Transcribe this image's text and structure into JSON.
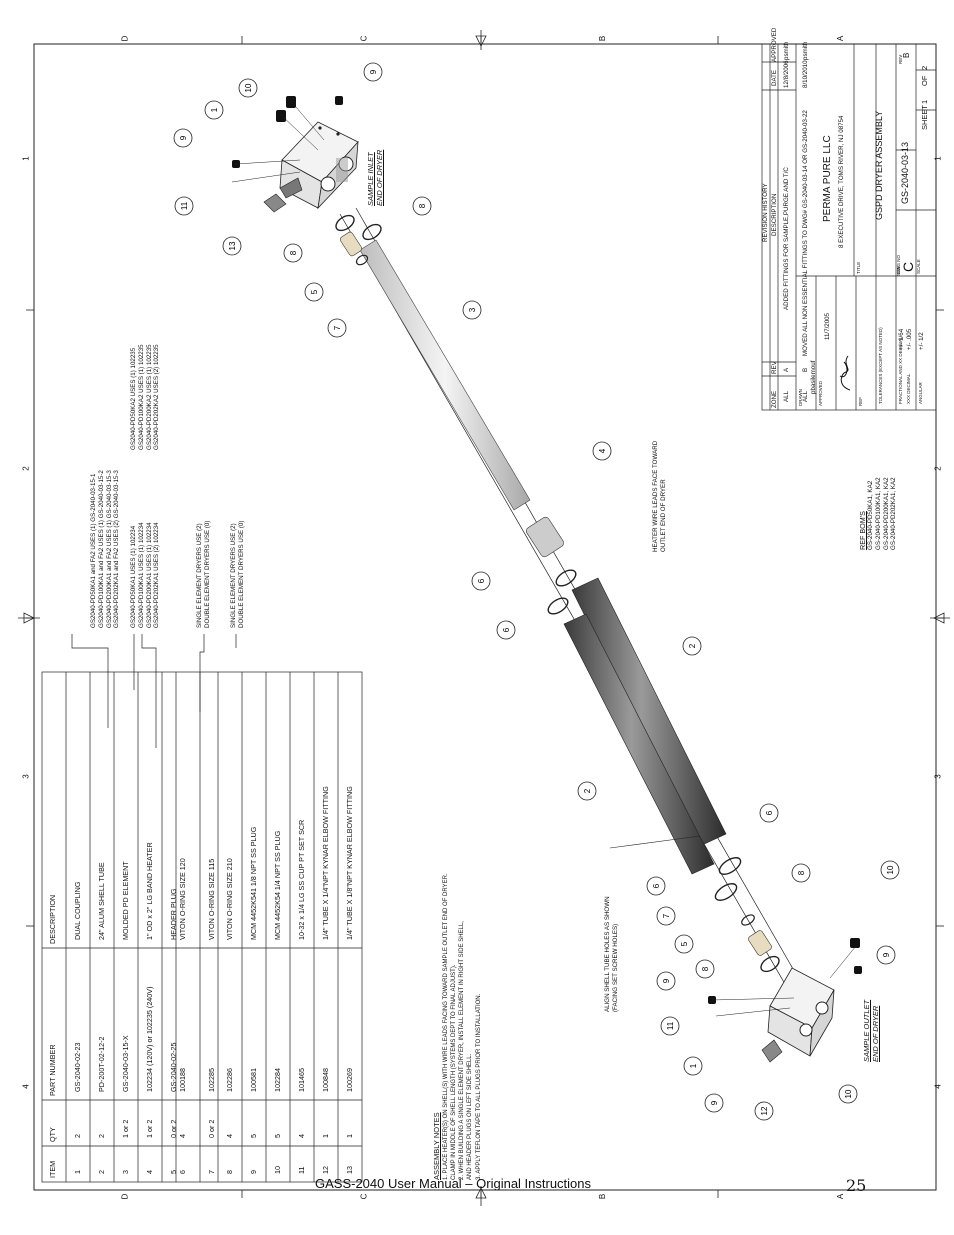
{
  "footer": {
    "text": "GASS-2040 User Manual – Original Instructions",
    "page": "25"
  },
  "zones": {
    "top": [
      "D",
      "C",
      "B",
      "A"
    ],
    "bottom": [
      "D",
      "C",
      "B",
      "A"
    ],
    "left": [
      "1",
      "2",
      "3",
      "4"
    ],
    "right": [
      "1",
      "2",
      "3",
      "4"
    ]
  },
  "parts_table": {
    "headers": [
      "ITEM",
      "QTY",
      "PART NUMBER",
      "DESCRIPTION"
    ],
    "rows": [
      [
        "1",
        "2",
        "GS-2040-02-23",
        "DUAL COUPLING"
      ],
      [
        "2",
        "2",
        "PD-200T-02-12-2",
        "24\" ALUM SHELL TUBE"
      ],
      [
        "3",
        "1 or 2",
        "GS-2040-03-15-X",
        "MOLDED PD ELEMENT"
      ],
      [
        "4",
        "1 or 2",
        "102234 (120V) or 102235 (240V)",
        "1\" OD x 2\" LG BAND HEATER"
      ],
      [
        "5",
        "0 or 2",
        "GS-2040-02-25",
        "HEADER PLUG"
      ],
      [
        "6",
        "4",
        "100188",
        "VITON O-RING SIZE 120"
      ],
      [
        "7",
        "0 or 2",
        "102285",
        "VITON O-RING SIZE 115"
      ],
      [
        "8",
        "4",
        "102286",
        "VITON O-RING SIZE 210"
      ],
      [
        "9",
        "5",
        "100581",
        "MCM 4452K541 1/8 NPT SS PLUG"
      ],
      [
        "10",
        "5",
        "102284",
        "MCM 4452K54 1/4 NPT SS PLUG"
      ],
      [
        "11",
        "4",
        "101465",
        "10-32 x 1/4 LG SS CUP PT SET SCR"
      ],
      [
        "12",
        "1",
        "100848",
        "1/4\" TUBE X 1/4\"NPT KYNAR ELBOW FITTING"
      ],
      [
        "13",
        "1",
        "100269",
        "1/4\" TUBE X 1/8\"NPT KYNAR ELBOW FITTING"
      ]
    ]
  },
  "callout_notes": {
    "element_dash": [
      "GS2040-PD50KA1 and FA2  USES (1) GS-2040-03-15-1",
      "GS2040-PD100KA1 and FA2 USES (1) GS-2040-03-15-2",
      "GS2040-PD200KA1 and FA2 USES (1) GS-2040-03-15-3",
      "GS2040-PD202KA1 and FA2 USES (2) GS-2040-03-15-3"
    ],
    "heater_120": [
      "GS2040-PD50KA1 USES (1) 102234",
      "GS2040-PD100KA1 USES (1) 102234",
      "GS2040-PD200KA1 USES (1) 102234",
      "GS2040-PD202KA1 USES (2) 102234"
    ],
    "heater_240": [
      "GS2040-PD50KA2 USES (1) 102235",
      "GS2040-PD100KA2 USES (1) 102235",
      "GS2040-PD200KA2 USES (1) 102235",
      "GS2040-PD202KA2 USES (2) 102235"
    ],
    "header_plug": [
      "SINGLE ELEMENT DRYERS USE (2)",
      "DOUBLE ELEMENT DRYERS USE (0)"
    ],
    "oring_115": [
      "SINGLE ELEMENT DRYERS USE (2)",
      "DOUBLE ELEMENT DRYERS USE (0)"
    ]
  },
  "assembly_notes": {
    "title": "ASSEMBLY NOTES",
    "items": [
      "1. PLACE HEATER(S) ON SHELL(S) WITH WIRE LEADS FACING TOWARD SAMPLE OUTLET END OF DRYER.",
      "    CLAMP IN MIDDLE OF SHELL LENGTH (SYSTEMS DEPT TO FINAL ADJUST).",
      "2. WHEN BUILDING A SINGLE ELEMENT DRYER, INSTALL ELEMENT IN RIGHT SIDE SHELL,",
      "    AND HEADER PLUGS ON LEFT SIDE SHELL.",
      "3. APPLY TEFLON TAPE TO ALL PLUGS PRIOR TO INSTALLATION."
    ]
  },
  "diagram_labels": {
    "inlet": [
      "SAMPLE INLET",
      "END OF DRYER"
    ],
    "outlet": [
      "SAMPLE OUTLET",
      "END OF DRYER"
    ],
    "heater_note": [
      "HEATER WIRE LEADS FACE TOWARD",
      "OUTLET END OF DRYER"
    ],
    "align_note": [
      "ALIGN SHELL TUBE HOLES AS SHOWN",
      "(FACING SET SCREW HOLES)"
    ],
    "ref_boms_title": "REF BOM'S",
    "ref_boms": [
      "GS-2040-PD50KA1, KA2",
      "GS-2040-PD100KA1, KA2",
      "GS-2040-PD200KA1, KA2",
      "GS-2040-PD202KA1, KA2"
    ]
  },
  "balloons": [
    {
      "n": "10"
    },
    {
      "n": "9"
    },
    {
      "n": "1"
    },
    {
      "n": "9"
    },
    {
      "n": "11"
    },
    {
      "n": "13"
    },
    {
      "n": "8"
    },
    {
      "n": "8"
    },
    {
      "n": "5"
    },
    {
      "n": "7"
    },
    {
      "n": "3"
    },
    {
      "n": "4"
    },
    {
      "n": "6"
    },
    {
      "n": "6"
    },
    {
      "n": "2"
    },
    {
      "n": "2"
    },
    {
      "n": "6"
    },
    {
      "n": "6"
    },
    {
      "n": "8"
    },
    {
      "n": "7"
    },
    {
      "n": "5"
    },
    {
      "n": "8"
    },
    {
      "n": "9"
    },
    {
      "n": "11"
    },
    {
      "n": "1"
    },
    {
      "n": "9"
    },
    {
      "n": "12"
    },
    {
      "n": "10"
    },
    {
      "n": "10"
    },
    {
      "n": "9"
    }
  ],
  "revision": {
    "title": "REVISION HISTORY",
    "headers": [
      "ZONE",
      "REV",
      "DESCRIPTION",
      "DATE",
      "APPROVED"
    ],
    "rows": [
      [
        "ALL",
        "A",
        "ADDED FITTINGS FOR SAMPLE,PURGE AND T/C",
        "12/8/2006",
        "psmith"
      ],
      [
        "ALL",
        "B",
        "MOVED ALL NON ESSENTIAL FITTINGS TO DWG# GS-2040-03-14 OR GS-2040-03-22",
        "8/10/2010",
        "psmith"
      ]
    ]
  },
  "title_block": {
    "company": "PERMA PURE LLC",
    "address": "8 EXECUTIVE DRIVE, TOMS RIVER, NJ 08754",
    "title_label": "TITLE",
    "title": "GSPD DRYER ASSEMBLY",
    "dwg_label": "DWG NO",
    "dwg_no": "GS-2040-03-13",
    "size_label": "SIZE",
    "size": "C",
    "rev_label": "REV",
    "rev": "B",
    "scale_label": "SCALE",
    "sheet_label": "SHEET",
    "sheet": "1",
    "of_label": "OF",
    "of": "2",
    "drawn_label": "DRAWN",
    "drawn_by": "pbasilemouf",
    "date": "11/7/2005",
    "approved_label": "APPROVED",
    "ref_label": "REF",
    "tolerances_label": "TOLERANCES (EXCEPT AS NOTED)",
    "fractional_label": "FRACTIONAL AND XX DECIMAL",
    "fractional": "+/- 1/64",
    "xxx_label": "XXX DECIMAL",
    "xxx": "+/- .005",
    "angular_label": "ANGULAR",
    "angular": "+/- 1/2"
  }
}
